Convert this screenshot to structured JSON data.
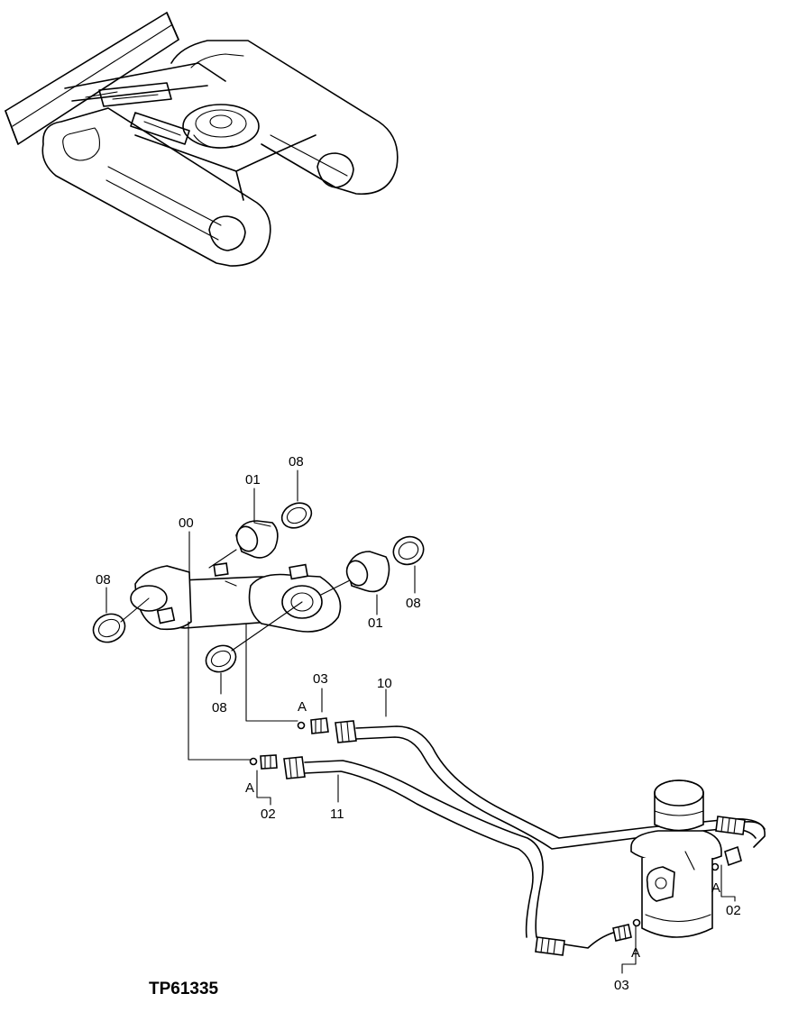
{
  "figure_id": "TP61335",
  "callouts": {
    "c00": "00",
    "c01_top": "01",
    "c08_top": "08",
    "c08_left": "08",
    "c08_right": "08",
    "c01_right": "01",
    "c08_bottom": "08",
    "c03_left": "03",
    "c10": "10",
    "cA_upper": "A",
    "cA_lower": "A",
    "c02_left": "02",
    "c11": "11",
    "cA_right": "A",
    "c02_right": "02",
    "cA_bottom": "A",
    "c03_bottom": "03"
  }
}
